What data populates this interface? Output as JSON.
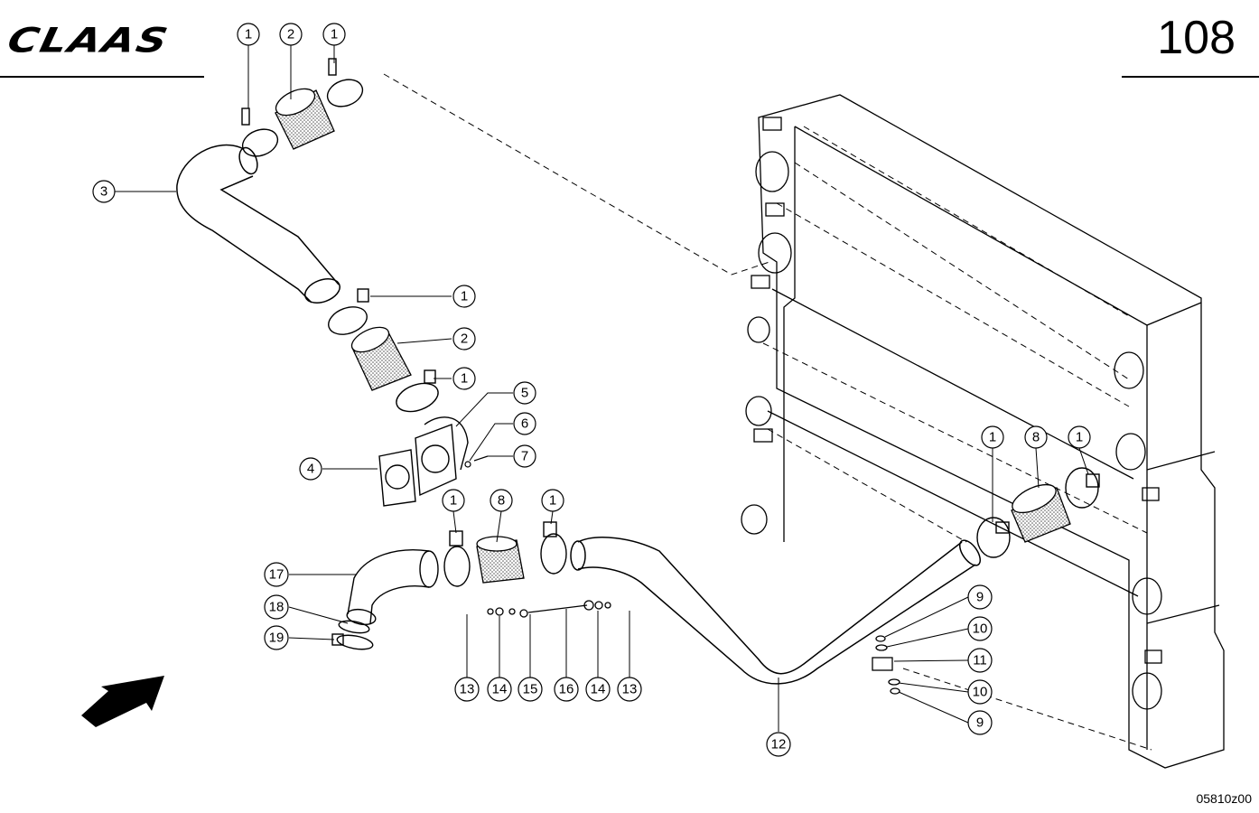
{
  "header": {
    "brand": "CLAAS",
    "page_number": "108"
  },
  "footer": {
    "drawing_id": "05810z00"
  },
  "callouts": [
    {
      "id": "c1",
      "label": "1"
    },
    {
      "id": "c2",
      "label": "2"
    },
    {
      "id": "c3",
      "label": "1"
    },
    {
      "id": "c4",
      "label": "3"
    },
    {
      "id": "c5",
      "label": "1"
    },
    {
      "id": "c6",
      "label": "2"
    },
    {
      "id": "c7",
      "label": "1"
    },
    {
      "id": "c8",
      "label": "5"
    },
    {
      "id": "c9",
      "label": "6"
    },
    {
      "id": "c10",
      "label": "7"
    },
    {
      "id": "c11",
      "label": "4"
    },
    {
      "id": "c12",
      "label": "1"
    },
    {
      "id": "c13",
      "label": "8"
    },
    {
      "id": "c14",
      "label": "1"
    },
    {
      "id": "c15",
      "label": "17"
    },
    {
      "id": "c16",
      "label": "18"
    },
    {
      "id": "c17",
      "label": "19"
    },
    {
      "id": "c18",
      "label": "13"
    },
    {
      "id": "c19",
      "label": "14"
    },
    {
      "id": "c20",
      "label": "15"
    },
    {
      "id": "c21",
      "label": "16"
    },
    {
      "id": "c22",
      "label": "14"
    },
    {
      "id": "c23",
      "label": "13"
    },
    {
      "id": "c24",
      "label": "12"
    },
    {
      "id": "c25",
      "label": "1"
    },
    {
      "id": "c26",
      "label": "8"
    },
    {
      "id": "c27",
      "label": "1"
    },
    {
      "id": "c28",
      "label": "9"
    },
    {
      "id": "c29",
      "label": "10"
    },
    {
      "id": "c30",
      "label": "11"
    },
    {
      "id": "c31",
      "label": "10"
    },
    {
      "id": "c32",
      "label": "9"
    }
  ]
}
